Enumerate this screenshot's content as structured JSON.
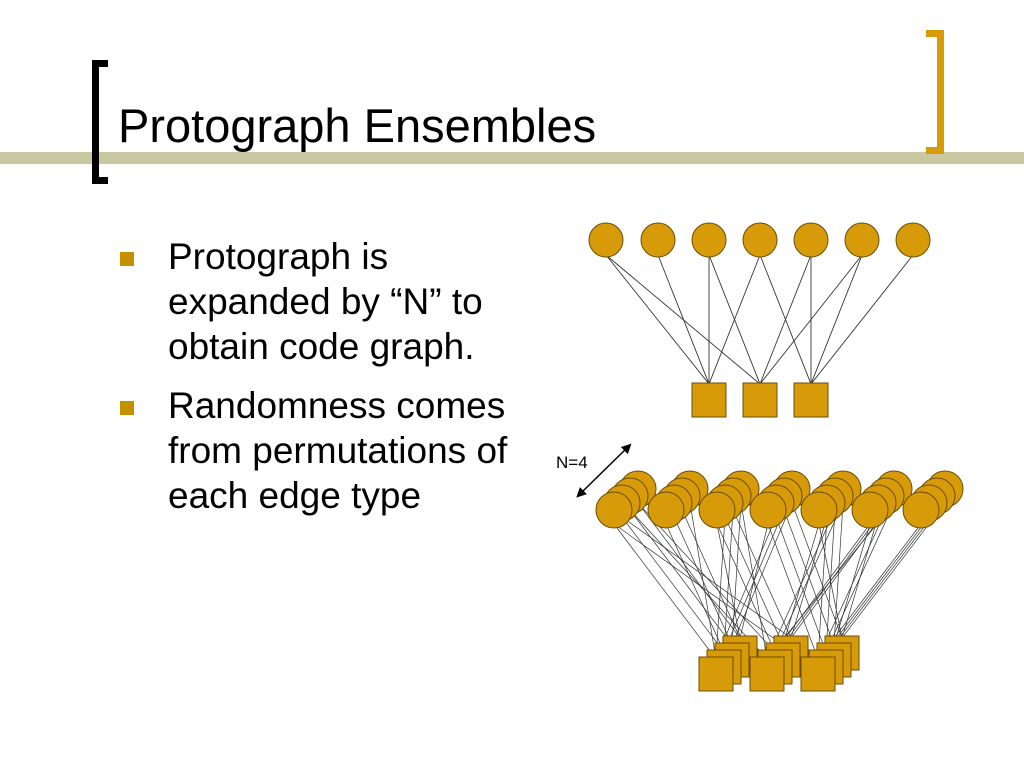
{
  "slide": {
    "title": "Protograph Ensembles",
    "bullets": [
      "Protograph is expanded by “N” to obtain code graph.",
      "Randomness comes from permutations of each edge type"
    ]
  },
  "diagram": {
    "expansion_label": "N=4",
    "colors": {
      "node_fill": "#d79b0a",
      "node_stroke": "#6b4e05",
      "edge": "#333333",
      "accent": "#d79b0a",
      "title_rule": "#c8c9a0",
      "bullet": "#c49000"
    }
  }
}
